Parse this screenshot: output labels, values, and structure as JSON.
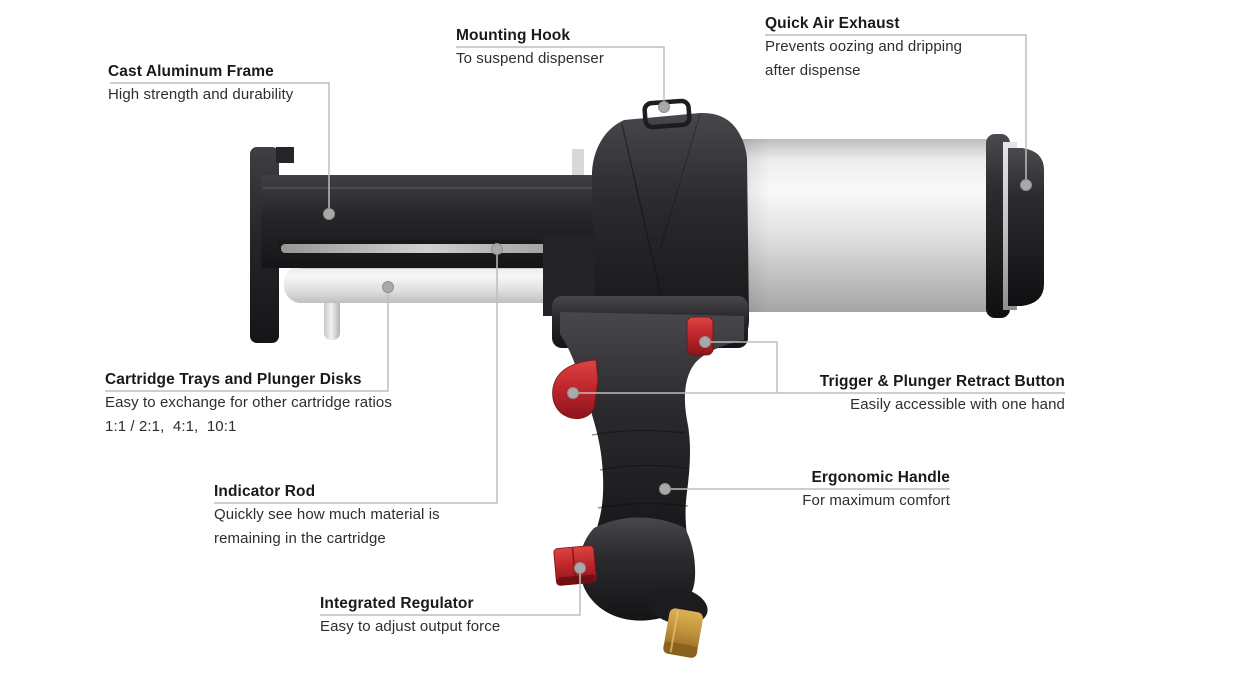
{
  "product_diagram": {
    "subject": "pneumatic dual-cartridge dispenser gun",
    "callouts": {
      "frame": {
        "title": "Cast Aluminum Frame",
        "lines": [
          "High strength and durability"
        ]
      },
      "hook": {
        "title": "Mounting Hook",
        "lines": [
          "To suspend dispenser"
        ]
      },
      "exhaust": {
        "title": "Quick Air Exhaust",
        "lines": [
          "Prevents oozing and dripping",
          "after dispense"
        ]
      },
      "trays": {
        "title": "Cartridge Trays and Plunger Disks",
        "lines": [
          "Easy to exchange for other cartridge ratios",
          "1:1 / 2:1,  4:1,  10:1"
        ]
      },
      "indicator": {
        "title": "Indicator Rod",
        "lines": [
          "Quickly see how much material is",
          "remaining in the cartridge"
        ]
      },
      "trigger": {
        "title": "Trigger & Plunger Retract Button",
        "lines": [
          "Easily accessible with one hand"
        ]
      },
      "handle": {
        "title": "Ergonomic Handle",
        "lines": [
          "For maximum comfort"
        ]
      },
      "regulator": {
        "title": "Integrated Regulator",
        "lines": [
          "Easy to adjust output force"
        ]
      }
    },
    "colors": {
      "background": "#ffffff",
      "body_dark": "#232326",
      "cylinder_light": "#e9e9e9",
      "accent_red": "#c1272d",
      "brass": "#b98a35",
      "callout_line": "#bdbdbd",
      "callout_dot": "#a9a9a9",
      "title_text": "#1a1a1a",
      "desc_text": "#2e2e2e"
    }
  }
}
